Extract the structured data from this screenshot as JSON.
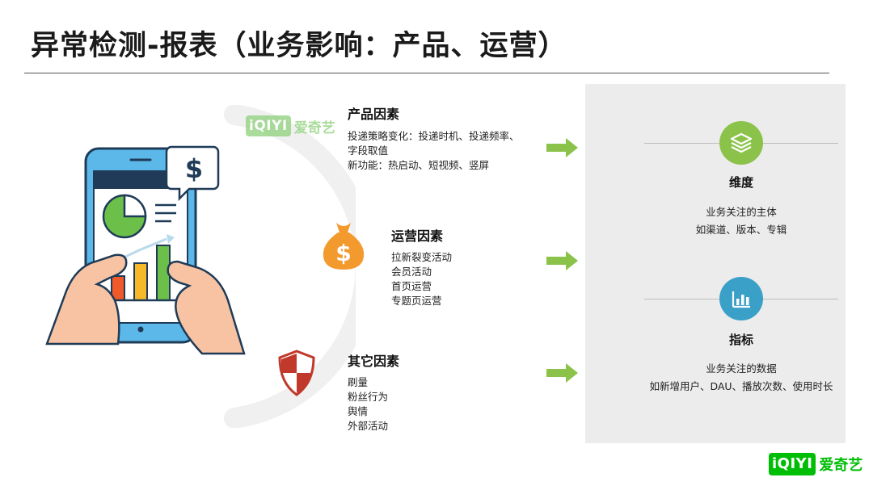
{
  "title": "异常检测-报表（业务影响：产品、运营）",
  "brand": {
    "mark": "iQIYI",
    "word": "爱奇艺",
    "color": "#00be06"
  },
  "factors": [
    {
      "key": "product",
      "icon": "iqiyi-logo",
      "title": "产品因素",
      "lines": [
        "投递策略变化：投递时机、投递频率、",
        "字段取值",
        "新功能：热启动、短视频、竖屏"
      ]
    },
    {
      "key": "operation",
      "icon": "money-bag-icon",
      "title": "运营因素",
      "lines": [
        "拉新裂变活动",
        "会员活动",
        "首页运营",
        "专题页运营"
      ]
    },
    {
      "key": "other",
      "icon": "shield-icon",
      "title": "其它因素",
      "lines": [
        "刷量",
        "粉丝行为",
        "舆情",
        "外部活动"
      ]
    }
  ],
  "panel": {
    "dimension": {
      "icon": "layers-icon",
      "heading": "维度",
      "lines": [
        "业务关注的主体",
        "如渠道、版本、专辑"
      ],
      "color": "#8bc34a"
    },
    "metric": {
      "icon": "bar-chart-icon",
      "heading": "指标",
      "lines": [
        "业务关注的数据",
        "如新增用户、DAU、播放次数、使用时长"
      ],
      "color": "#3aa0c8"
    }
  },
  "illustration": {
    "icon": "phone-report-icon",
    "currency_symbol": "$"
  },
  "colors": {
    "arrow": "#8bc34a",
    "money_bag": "#f39a2e",
    "shield": "#c0392b",
    "panel_bg": "#ececec"
  }
}
